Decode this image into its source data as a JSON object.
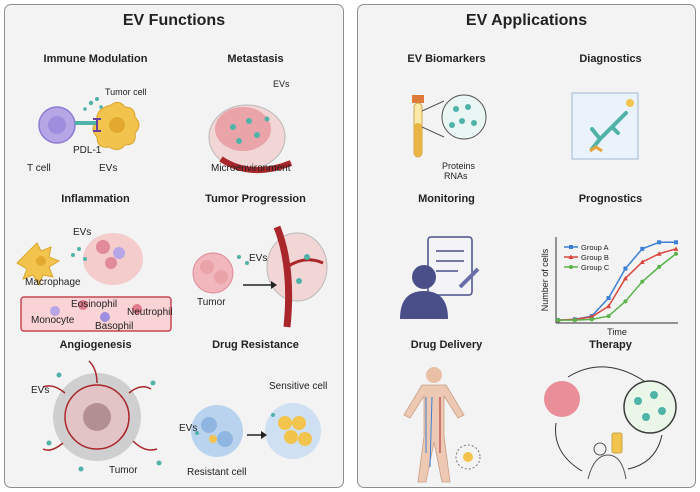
{
  "left": {
    "title": "EV Functions",
    "immune": {
      "title": "Immune Modulation",
      "tumor_cell": "Tumor cell",
      "pdl1": "PDL-1",
      "t_cell": "T cell",
      "evs": "EVs"
    },
    "metastasis": {
      "title": "Metastasis",
      "evs": "EVs",
      "microenvironment": "Microenvironment"
    },
    "inflammation": {
      "title": "Inflammation",
      "evs": "EVs",
      "macrophage": "Macrophage",
      "eosinophil": "Eosinophil",
      "neutrophil": "Neutrophil",
      "monocyte": "Monocyte",
      "basophil": "Basophil"
    },
    "tumor_progression": {
      "title": "Tumor Progression",
      "evs": "EVs",
      "tumor": "Tumor"
    },
    "angiogenesis": {
      "title": "Angiogenesis",
      "evs": "EVs",
      "tumor": "Tumor"
    },
    "drug_resistance": {
      "title": "Drug Resistance",
      "sensitive": "Sensitive cell",
      "evs": "EVs",
      "resistant": "Resistant cell"
    }
  },
  "right": {
    "title": "EV Applications",
    "biomarkers": {
      "title": "EV Biomarkers",
      "proteins": "Proteins",
      "rnas": "RNAs"
    },
    "diagnostics": {
      "title": "Diagnostics"
    },
    "monitoring": {
      "title": "Monitoring"
    },
    "prognostics": {
      "title": "Prognostics"
    },
    "drug_delivery": {
      "title": "Drug Delivery"
    },
    "therapy": {
      "title": "Therapy"
    }
  },
  "colors": {
    "ev_teal": "#4fb3a8",
    "vessel_red": "#a9262b",
    "tumor_pink": "#e79aa3",
    "cell_yellow": "#f3c44d",
    "cell_purple": "#b6a6e6",
    "series_a": "#3b7fd4",
    "series_b": "#d9463f",
    "series_c": "#5bb24a"
  },
  "chart_data": {
    "type": "line",
    "xlabel": "Time",
    "ylabel": "Number of cells",
    "x": [
      1,
      2,
      3,
      4,
      5,
      6,
      7,
      8
    ],
    "series": [
      {
        "name": "Group A",
        "values": [
          0.5,
          1,
          3,
          14,
          32,
          44,
          48,
          48
        ]
      },
      {
        "name": "Group B",
        "values": [
          0.5,
          1,
          2.5,
          9,
          26,
          36,
          41,
          44
        ]
      },
      {
        "name": "Group C",
        "values": [
          0.5,
          0.5,
          1,
          3,
          12,
          24,
          33,
          41
        ]
      }
    ],
    "ylim": [
      0,
      50
    ],
    "grid": false,
    "legend": "top-left"
  }
}
